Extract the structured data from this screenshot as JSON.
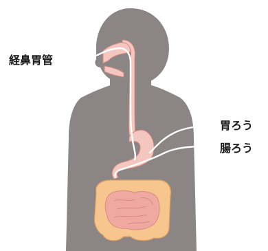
{
  "labels": {
    "nasogastric_tube": "経鼻胃管",
    "gastrostomy": "胃ろう",
    "jejunostomy": "腸ろう"
  },
  "colors": {
    "silhouette": "#8b8685",
    "organ_fill": "#f3c7bf",
    "organ_stroke": "#d98a80",
    "intestine_fill": "#f6c68e",
    "intestine_stroke": "#e2a25f",
    "small_intestine_fill": "#f0a9a0",
    "tube": "#ffffff",
    "label_text": "#1a1a1a"
  }
}
